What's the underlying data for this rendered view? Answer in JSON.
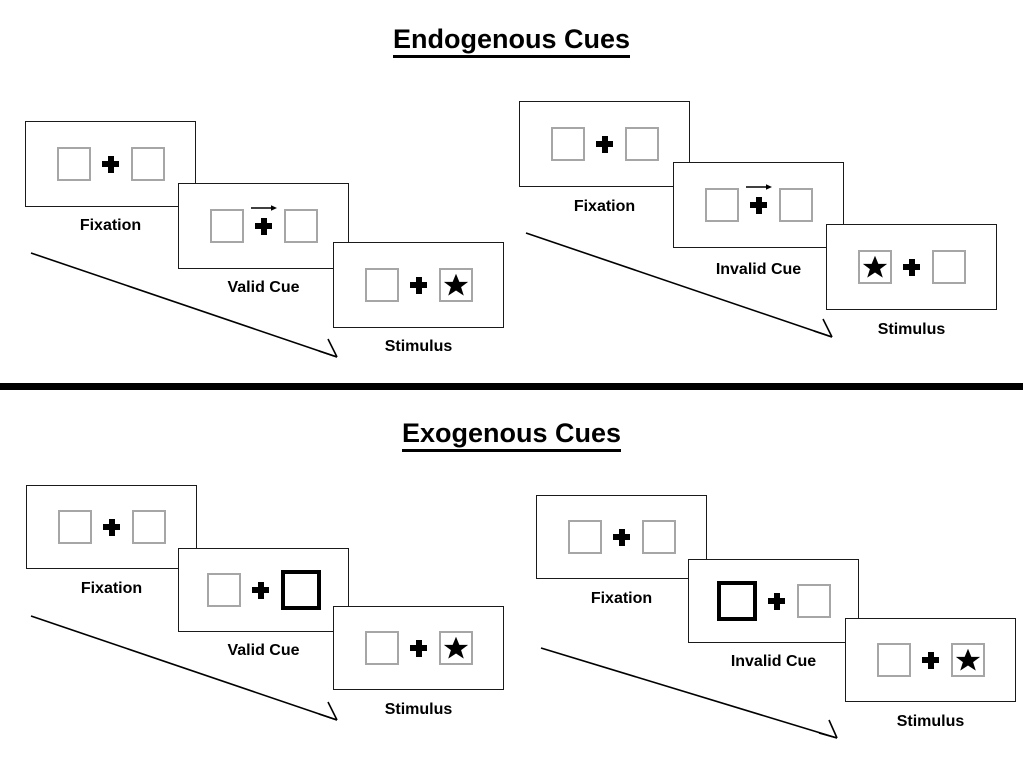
{
  "figure": {
    "sections": [
      {
        "id": "endogenous",
        "title": "Endogenous Cues",
        "groups": [
          {
            "id": "endogenous-valid",
            "panels": [
              {
                "caption": "Fixation",
                "cue": "none",
                "left_box": "empty",
                "right_box": "empty"
              },
              {
                "caption": "Valid Cue",
                "cue": "arrow-right",
                "left_box": "empty",
                "right_box": "empty"
              },
              {
                "caption": "Stimulus",
                "cue": "none",
                "left_box": "empty",
                "right_box": "star"
              }
            ]
          },
          {
            "id": "endogenous-invalid",
            "panels": [
              {
                "caption": "Fixation",
                "cue": "none",
                "left_box": "empty",
                "right_box": "empty"
              },
              {
                "caption": "Invalid Cue",
                "cue": "arrow-right",
                "left_box": "empty",
                "right_box": "empty"
              },
              {
                "caption": "Stimulus",
                "cue": "none",
                "left_box": "star",
                "right_box": "empty"
              }
            ]
          }
        ]
      },
      {
        "id": "exogenous",
        "title": "Exogenous Cues",
        "groups": [
          {
            "id": "exogenous-valid",
            "panels": [
              {
                "caption": "Fixation",
                "cue": "none",
                "left_box": "empty",
                "right_box": "empty"
              },
              {
                "caption": "Valid Cue",
                "cue": "none",
                "left_box": "empty",
                "right_box": "cued"
              },
              {
                "caption": "Stimulus",
                "cue": "none",
                "left_box": "empty",
                "right_box": "star"
              }
            ]
          },
          {
            "id": "exogenous-invalid",
            "panels": [
              {
                "caption": "Fixation",
                "cue": "none",
                "left_box": "empty",
                "right_box": "empty"
              },
              {
                "caption": "Invalid Cue",
                "cue": "none",
                "left_box": "cued",
                "right_box": "empty"
              },
              {
                "caption": "Stimulus",
                "cue": "none",
                "left_box": "empty",
                "right_box": "star"
              }
            ]
          }
        ]
      }
    ],
    "icons": {
      "fixation_cross": "plus-cross-icon",
      "arrow_cue": "arrow-right-icon",
      "target": "star-icon",
      "flow": "time-flow-arrow-icon"
    },
    "colors": {
      "ink": "#000000",
      "panel_border": "#1a1a1a",
      "box_border": "#a6a6a6",
      "cued_box_border": "#000000",
      "background": "#ffffff"
    }
  }
}
